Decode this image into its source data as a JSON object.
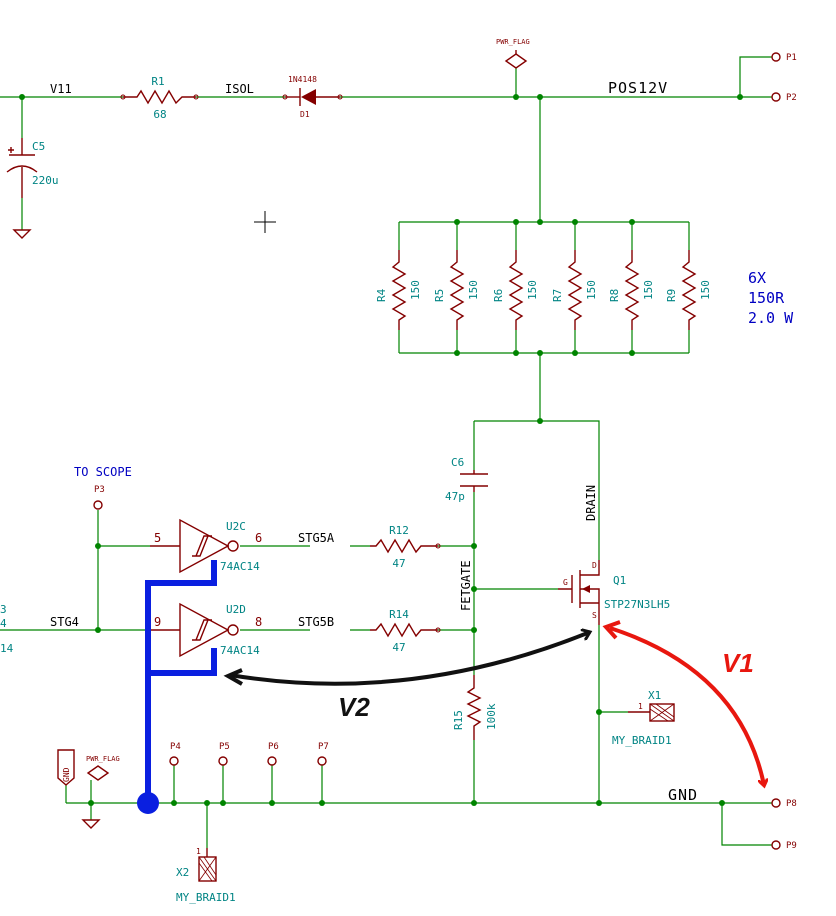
{
  "components": {
    "r1": {
      "ref": "R1",
      "value": "68"
    },
    "d1": {
      "ref": "D1",
      "value": "1N4148"
    },
    "c5": {
      "ref": "C5",
      "value": "220u"
    },
    "c6": {
      "ref": "C6",
      "value": "47p"
    },
    "resistor_bank": [
      {
        "ref": "R4",
        "value": "150"
      },
      {
        "ref": "R5",
        "value": "150"
      },
      {
        "ref": "R6",
        "value": "150"
      },
      {
        "ref": "R7",
        "value": "150"
      },
      {
        "ref": "R8",
        "value": "150"
      },
      {
        "ref": "R9",
        "value": "150"
      }
    ],
    "r12": {
      "ref": "R12",
      "value": "47"
    },
    "r14": {
      "ref": "R14",
      "value": "47"
    },
    "r15": {
      "ref": "R15",
      "value": "100k"
    },
    "u2c": {
      "ref": "U2C",
      "value": "74AC14",
      "pin_in": "5",
      "pin_out": "6"
    },
    "u2d": {
      "ref": "U2D",
      "value": "74AC14",
      "pin_in": "9",
      "pin_out": "8"
    },
    "q1": {
      "ref": "Q1",
      "value": "STP27N3LH5",
      "pin_g": "G",
      "pin_d": "D",
      "pin_s": "S"
    },
    "x1": {
      "ref": "X1",
      "value": "MY_BRAID1",
      "pin": "1"
    },
    "x2": {
      "ref": "X2",
      "value": "MY_BRAID1",
      "pin": "1"
    },
    "pwr_flag_top": "PWR_FLAG",
    "pwr_flag_left": "PWR_FLAG",
    "gnd_port": "GND"
  },
  "nets": {
    "v11": "V11",
    "isol": "ISOL",
    "pos12v": "POS12V",
    "stg4": "STG4",
    "stg5a": "STG5A",
    "stg5b": "STG5B",
    "fetgate": "FETGATE",
    "drain": "DRAIN",
    "gnd": "GND",
    "edge_left_top": "3",
    "edge_left_mid": "4",
    "edge_left_bot": "14"
  },
  "ports": {
    "p1": "P1",
    "p2": "P2",
    "p3": "P3",
    "p4": "P4",
    "p5": "P5",
    "p6": "P6",
    "p7": "P7",
    "p8": "P8",
    "p9": "P9"
  },
  "notes": {
    "to_scope": "TO SCOPE",
    "bank_line1": "6X",
    "bank_line2": "150R",
    "bank_line3": "2.0 W"
  },
  "annotations": {
    "v1": {
      "label": "V1",
      "color": "#e8170f"
    },
    "v2": {
      "label": "V2",
      "color": "#111111"
    },
    "highlight_color": "#0a1fe0"
  },
  "colors": {
    "wire": "#008400",
    "component": "#840000",
    "reference": "#008484",
    "note": "#0000c2"
  }
}
